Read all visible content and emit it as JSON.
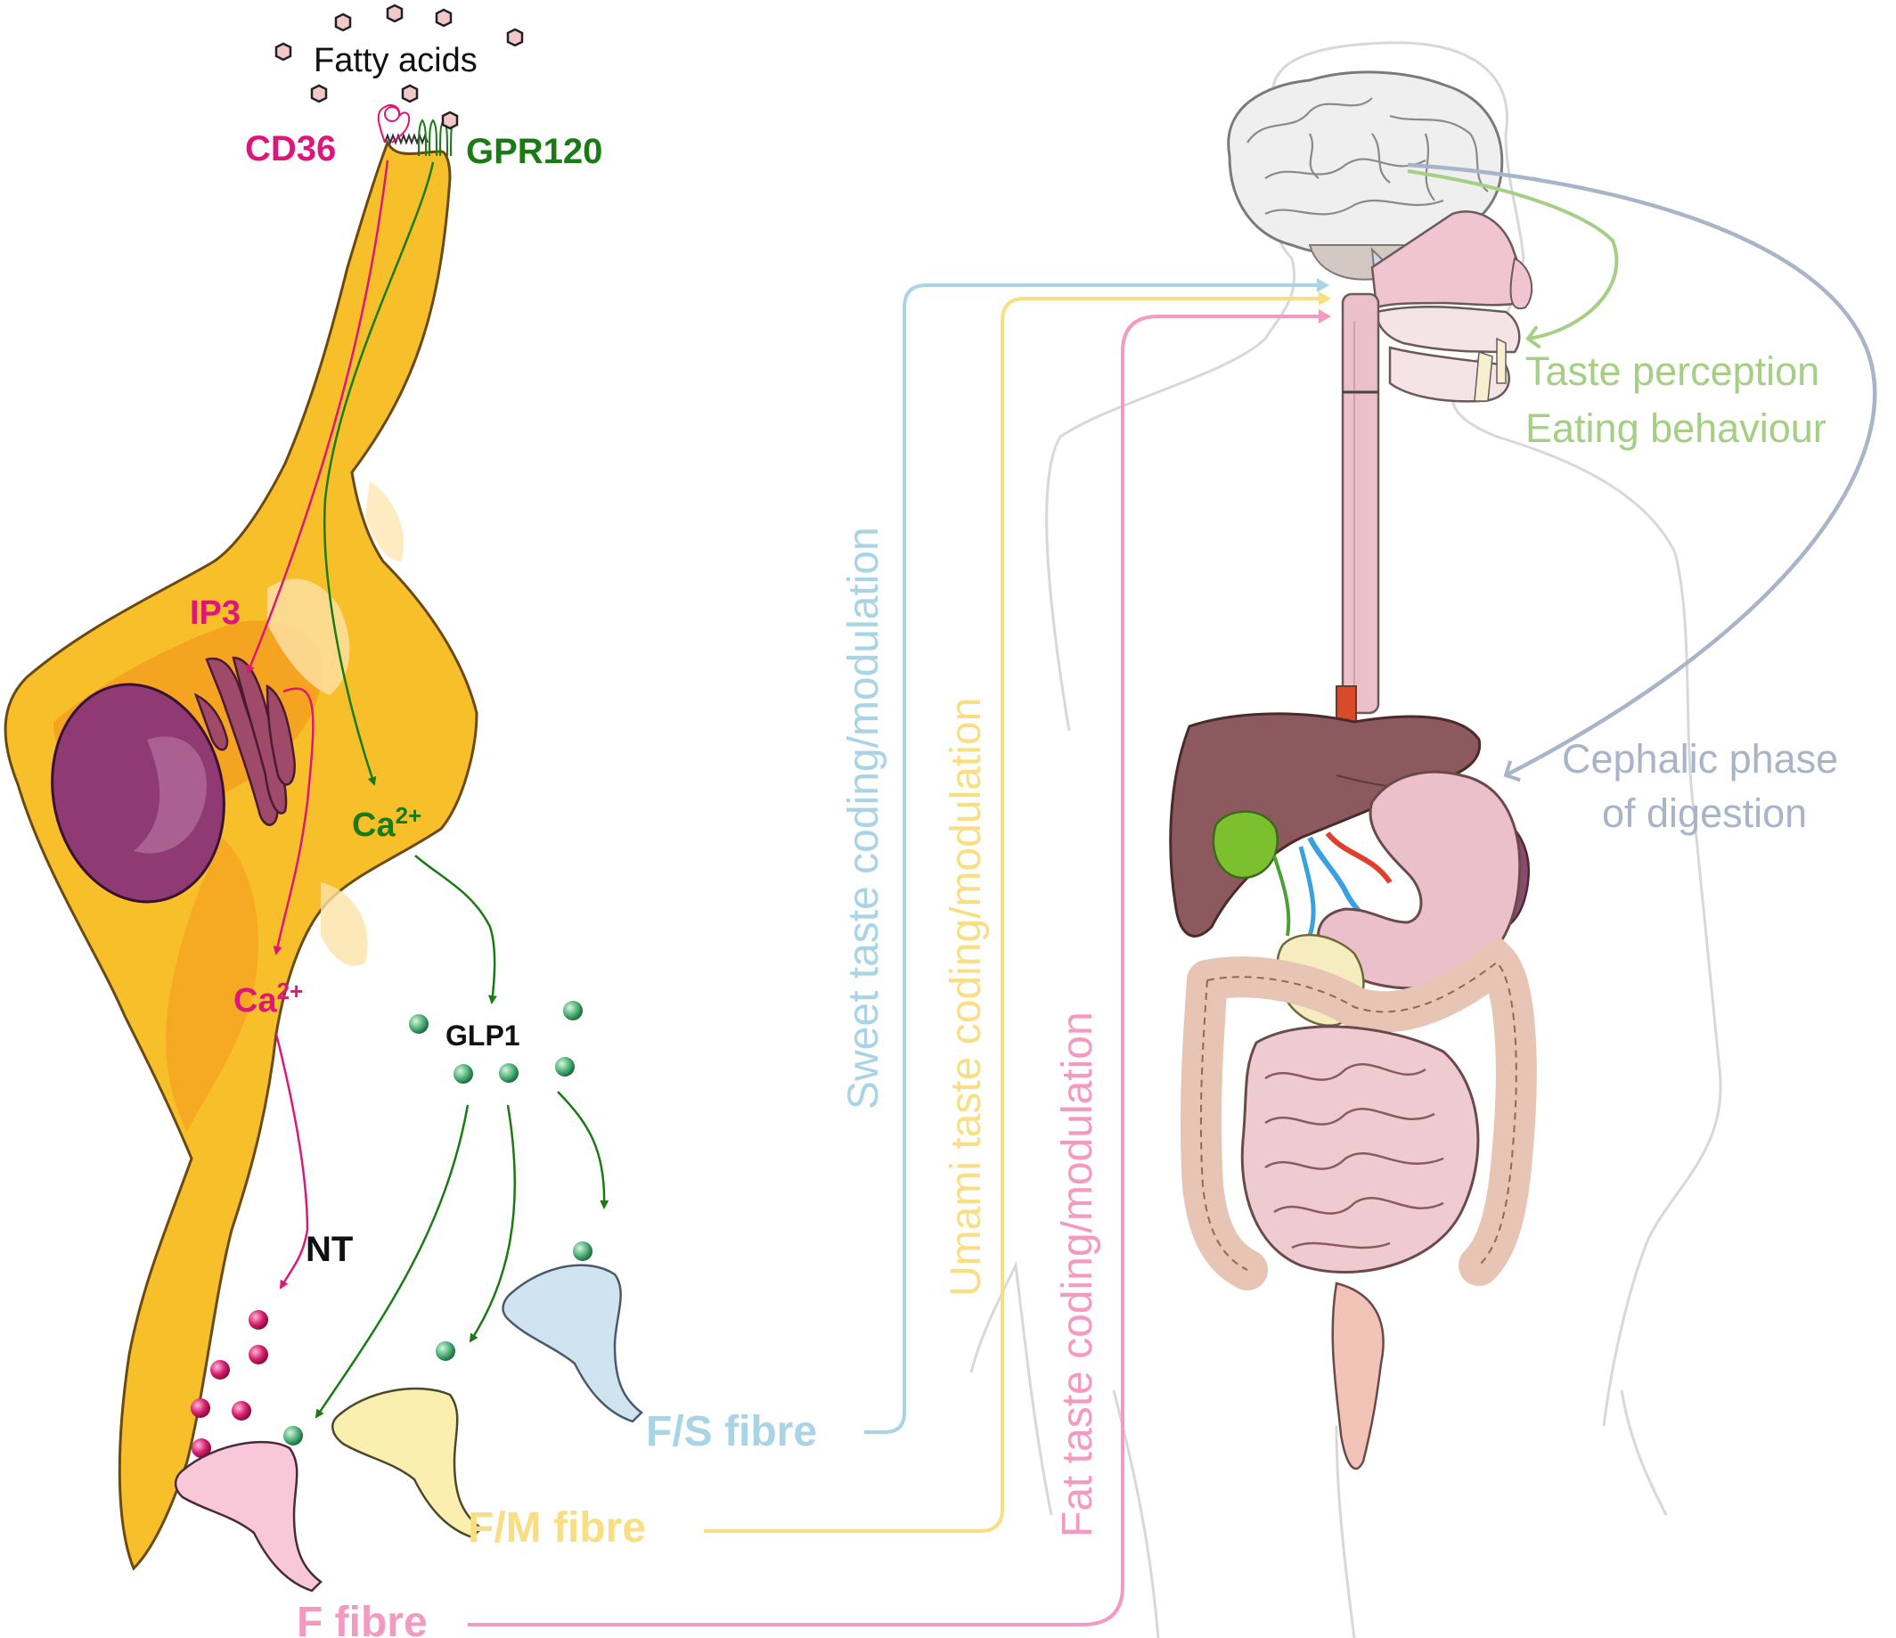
{
  "cell": {
    "fatty_acids": "Fatty acids",
    "cd36": "CD36",
    "gpr120": "GPR120",
    "ip3": "IP3",
    "ca_green": "Ca",
    "ca_green_sup": "2+",
    "ca_pink": "Ca",
    "ca_pink_sup": "2+",
    "glp1": "GLP1",
    "nt": "NT"
  },
  "fibres": {
    "fs": "F/S fibre",
    "fm": "F/M fibre",
    "f": "F fibre"
  },
  "pathways": {
    "sweet": "Sweet taste coding/modulation",
    "umami": "Umami taste coding/modulation",
    "fat": "Fat taste coding/modulation"
  },
  "brain_outputs": {
    "taste_perception": "Taste perception",
    "eating_behaviour": "Eating behaviour",
    "cephalic_1": "Cephalic phase",
    "cephalic_2": "of digestion"
  },
  "colors": {
    "pink": "#e0157a",
    "green": "#1a7a14",
    "sweet": "#a8d4e6",
    "umami": "#f8df84",
    "fat": "#f49ac1",
    "brainArrow": "#a5cf85",
    "cephalic": "#a8b4c8",
    "cell": "#f7bf2a"
  }
}
